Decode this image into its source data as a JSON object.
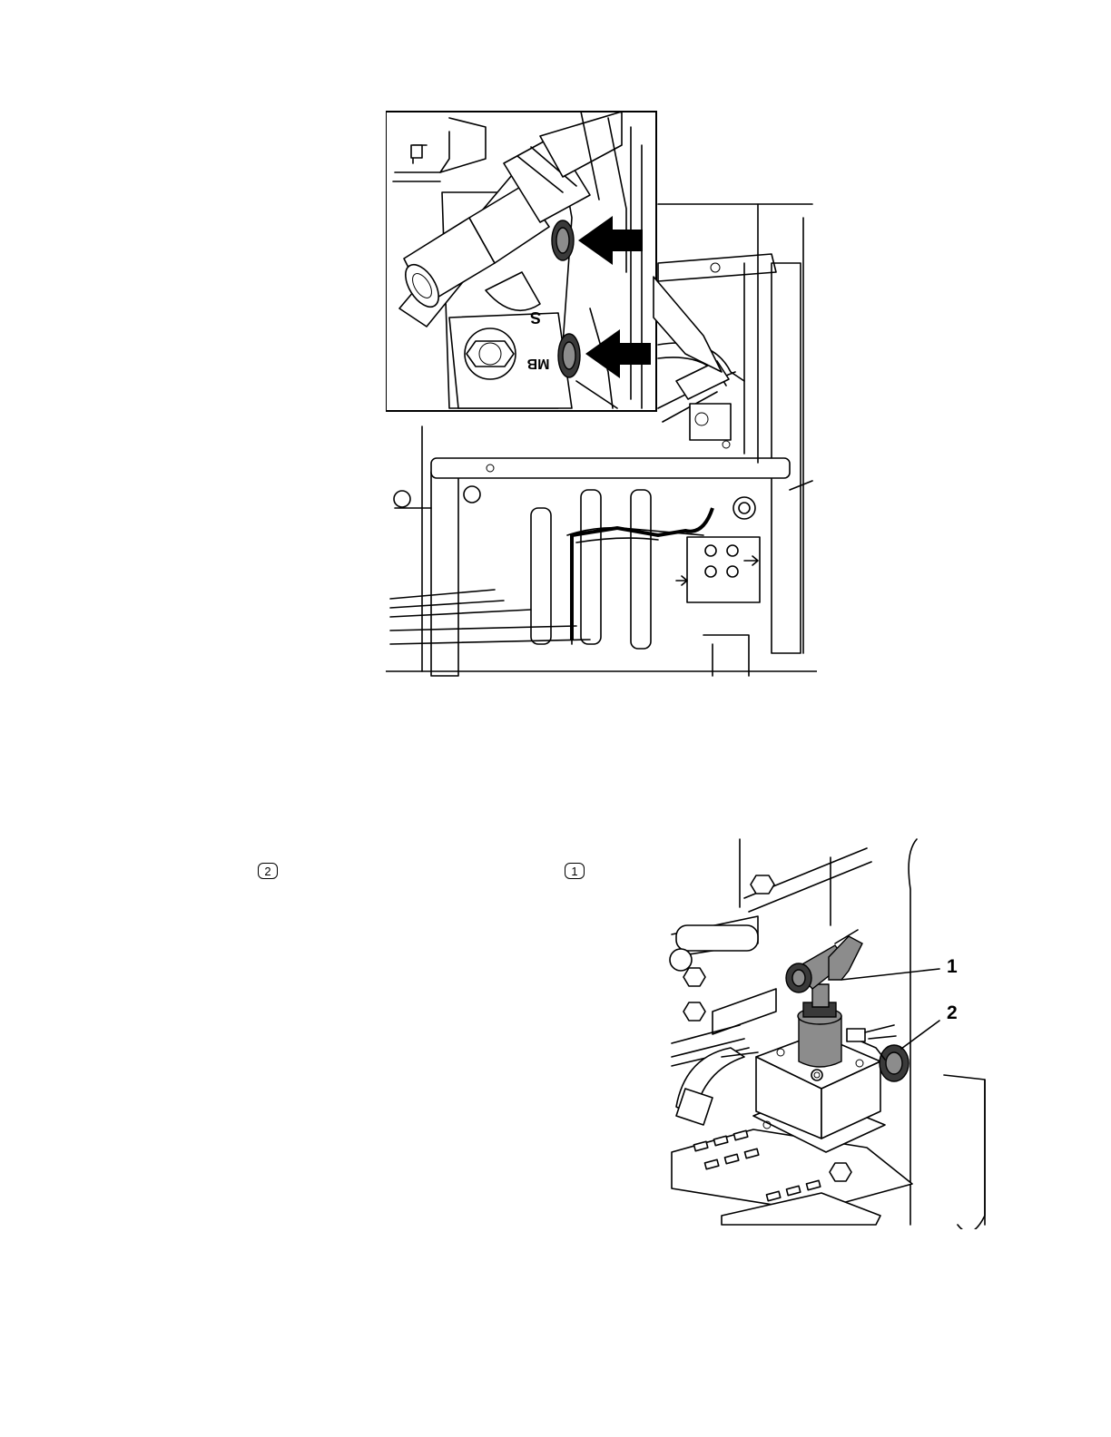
{
  "figure_top": {
    "inset_labels": {
      "port_s": "S",
      "port_mb": "MB"
    },
    "icons": [
      "arrow-left-icon",
      "arrow-left-icon"
    ]
  },
  "inline_callouts": {
    "first": "2",
    "second": "1"
  },
  "figure_bottom": {
    "labels": [
      {
        "id": "1"
      },
      {
        "id": "2"
      }
    ]
  }
}
